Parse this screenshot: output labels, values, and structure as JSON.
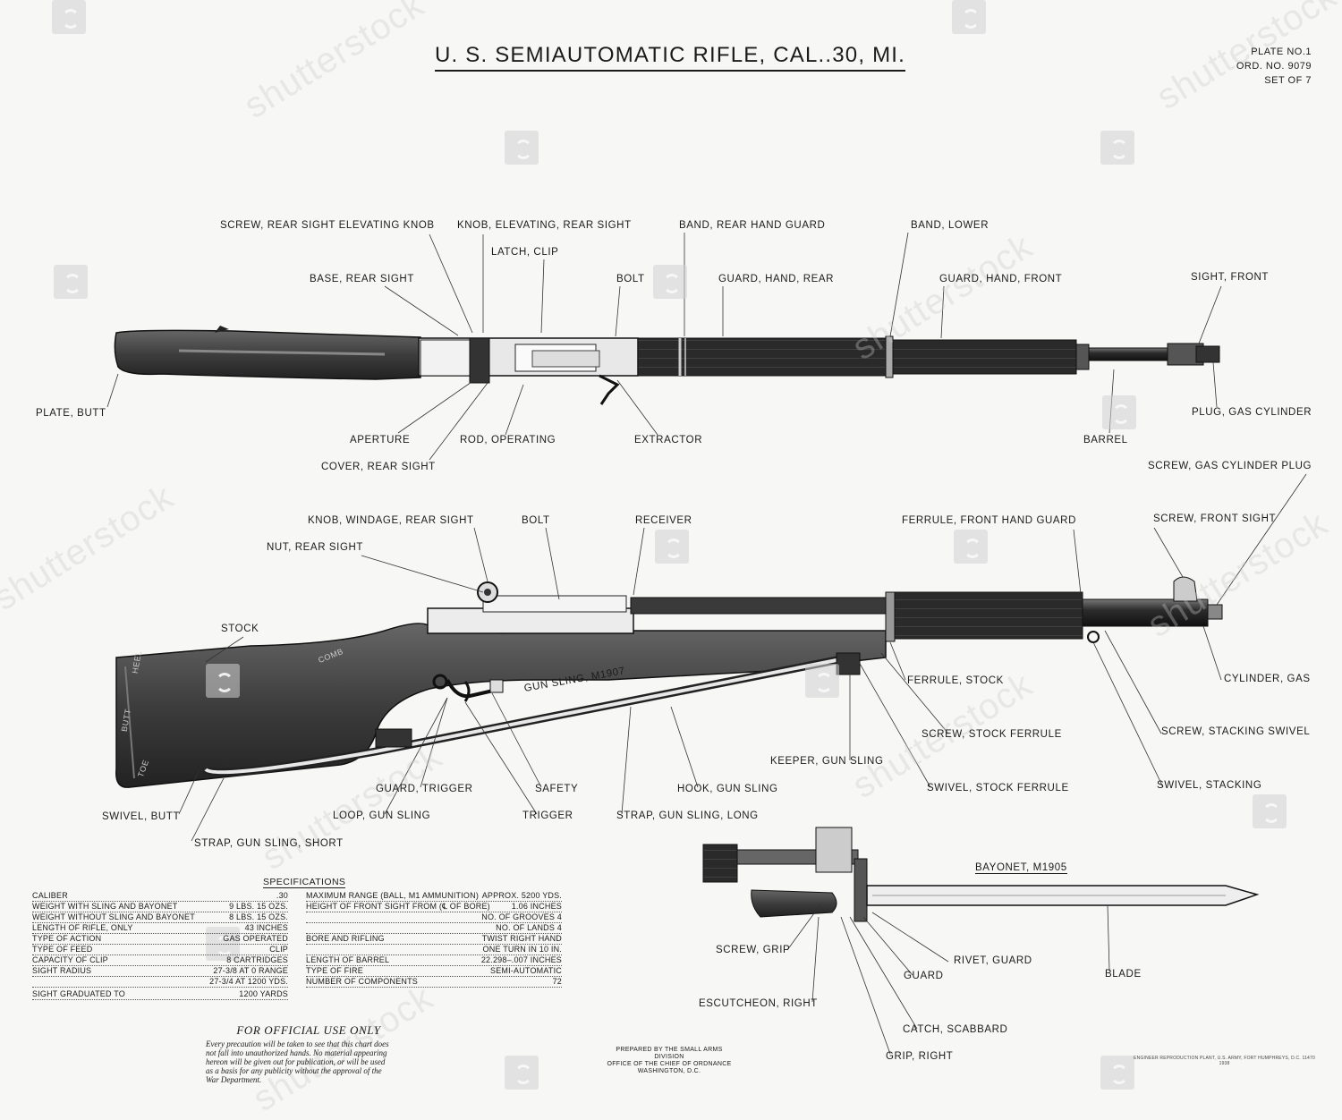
{
  "header": {
    "title": "U. S. SEMIAUTOMATIC RIFLE, CAL..30, MI.",
    "plate": "PLATE NO.1",
    "ord_no": "ORD. NO. 9079",
    "set_of": "SET OF 7"
  },
  "labels": {
    "screw_rear_sight_elevating_knob": "SCREW, REAR SIGHT ELEVATING KNOB",
    "knob_elevating_rear_sight": "KNOB, ELEVATING, REAR SIGHT",
    "band_rear_hand_guard": "BAND, REAR HAND GUARD",
    "band_lower": "BAND, LOWER",
    "latch_clip": "LATCH, CLIP",
    "base_rear_sight": "BASE, REAR SIGHT",
    "bolt_top": "BOLT",
    "guard_hand_rear": "GUARD, HAND, REAR",
    "guard_hand_front": "GUARD, HAND, FRONT",
    "sight_front": "SIGHT, FRONT",
    "plate_butt": "PLATE, BUTT",
    "plug_gas_cylinder": "PLUG, GAS CYLINDER",
    "aperture": "APERTURE",
    "rod_operating": "ROD, OPERATING",
    "extractor": "EXTRACTOR",
    "barrel": "BARREL",
    "cover_rear_sight": "COVER, REAR SIGHT",
    "screw_gas_cylinder_plug": "SCREW, GAS CYLINDER PLUG",
    "knob_windage_rear_sight": "KNOB, WINDAGE, REAR SIGHT",
    "bolt_side": "BOLT",
    "receiver": "RECEIVER",
    "ferrule_front_hand_guard": "FERRULE, FRONT HAND GUARD",
    "screw_front_sight": "SCREW, FRONT SIGHT",
    "nut_rear_sight": "NUT, REAR SIGHT",
    "stock": "STOCK",
    "ferrule_stock": "FERRULE, STOCK",
    "cylinder_gas": "CYLINDER, GAS",
    "gun_sling_m1907": "GUN SLING, M1907",
    "screw_stock_ferrule": "SCREW, STOCK FERRULE",
    "screw_stacking_swivel": "SCREW, STACKING SWIVEL",
    "keeper_gun_sling": "KEEPER, GUN SLING",
    "guard_trigger": "GUARD, TRIGGER",
    "safety": "SAFETY",
    "hook_gun_sling": "HOOK, GUN SLING",
    "swivel_stock_ferrule": "SWIVEL, STOCK FERRULE",
    "swivel_stacking": "SWIVEL, STACKING",
    "swivel_butt": "SWIVEL, BUTT",
    "loop_gun_sling": "LOOP, GUN SLING",
    "trigger": "TRIGGER",
    "strap_gun_sling_long": "STRAP, GUN SLING, LONG",
    "strap_gun_sling_short": "STRAP, GUN SLING, SHORT",
    "bayonet_m1905": "BAYONET, M1905",
    "screw_grip": "SCREW, GRIP",
    "rivet_guard": "RIVET, GUARD",
    "guard": "GUARD",
    "blade": "BLADE",
    "escutcheon_right": "ESCUTCHEON, RIGHT",
    "catch_scabbard": "CATCH, SCABBARD",
    "grip_right": "GRIP, RIGHT",
    "stock_mark_butt": "BUTT",
    "stock_mark_comb": "COMB",
    "stock_mark_heel": "HEEL",
    "stock_mark_toe": "TOE"
  },
  "specifications": {
    "title": "SPECIFICATIONS",
    "left": [
      {
        "label": "CALIBER",
        "value": ".30"
      },
      {
        "label": "WEIGHT WITH SLING AND BAYONET",
        "value": "9 LBS. 15 OZS."
      },
      {
        "label": "WEIGHT WITHOUT SLING AND BAYONET",
        "value": "8 LBS. 15 OZS."
      },
      {
        "label": "LENGTH OF RIFLE, ONLY",
        "value": "43 INCHES"
      },
      {
        "label": "TYPE OF ACTION",
        "value": "GAS OPERATED"
      },
      {
        "label": "TYPE OF FEED",
        "value": "CLIP"
      },
      {
        "label": "CAPACITY OF CLIP",
        "value": "8 CARTRIDGES"
      },
      {
        "label": "SIGHT RADIUS",
        "value": "27-3/8 AT 0 RANGE"
      },
      {
        "label": "",
        "value": "27-3/4 AT 1200 YDS."
      },
      {
        "label": "SIGHT GRADUATED TO",
        "value": "1200 YARDS"
      }
    ],
    "right": [
      {
        "label": "MAXIMUM RANGE (BALL, M1 AMMUNITION)",
        "value": "APPROX. 5200 YDS."
      },
      {
        "label": "HEIGHT OF FRONT SIGHT FROM (℄ OF BORE)",
        "value": "1.06 INCHES"
      },
      {
        "label": "",
        "value": "NO. OF GROOVES 4"
      },
      {
        "label": "",
        "value": "NO. OF LANDS 4"
      },
      {
        "label": "BORE AND RIFLING",
        "value": "TWIST RIGHT HAND"
      },
      {
        "label": "",
        "value": "ONE TURN IN 10 IN."
      },
      {
        "label": "LENGTH OF BARREL",
        "value": "22.298–.007 INCHES"
      },
      {
        "label": "TYPE OF FIRE",
        "value": "SEMI-AUTOMATIC"
      },
      {
        "label": "NUMBER OF COMPONENTS",
        "value": "72"
      }
    ]
  },
  "footer": {
    "official_heading": "FOR OFFICIAL USE ONLY",
    "official_text": "Every precaution will be taken to see that this chart does not fall into unauthorized hands. No material appearing hereon will be given out for publication, or will be used as a basis for any publicity without the approval of the War Department.",
    "prepared_1": "PREPARED BY THE SMALL ARMS DIVISION",
    "prepared_2": "OFFICE OF THE CHIEF OF ORDNANCE",
    "prepared_3": "WASHINGTON, D.C.",
    "plant": "ENGINEER REPRODUCTION PLANT, U.S. ARMY, FORT HUMPHREYS, D.C. 11470",
    "plant_year": "1938"
  },
  "watermark": {
    "text": "shutterstock"
  }
}
